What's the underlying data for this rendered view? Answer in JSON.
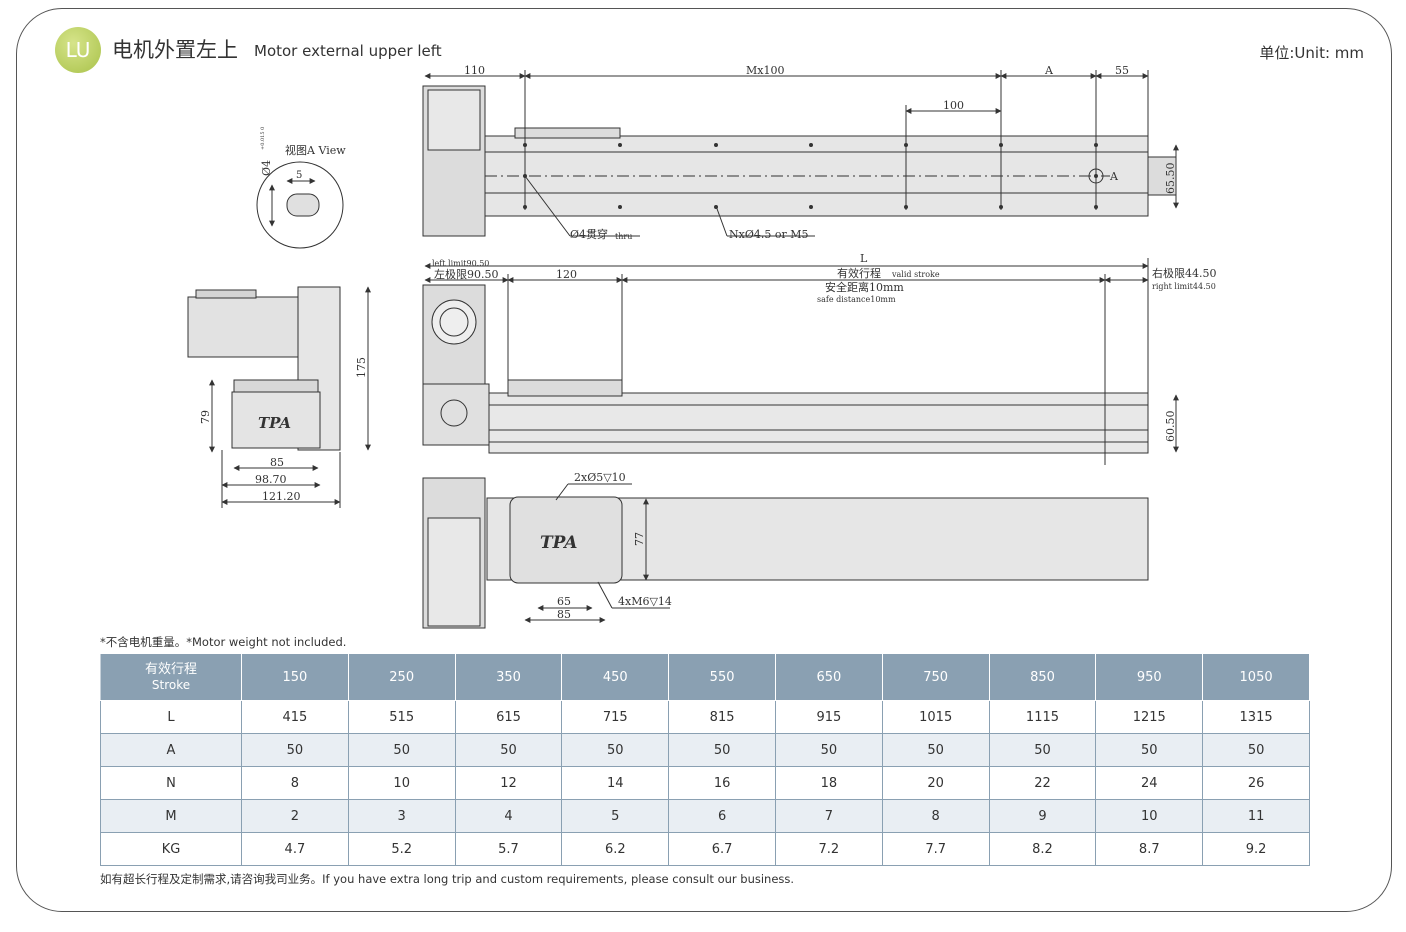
{
  "header": {
    "badge": "LU",
    "title_cn": "电机外置左上",
    "title_en": "Motor external  upper left",
    "unit": "单位:Unit: mm"
  },
  "drawing": {
    "dim_110": "110",
    "dim_mx100": "Mx100",
    "dim_a": "A",
    "dim_55": "55",
    "dim_100": "100",
    "dim_6550": "65.50",
    "label_a": "A",
    "hole_thru": "Ø4贯穿",
    "hole_thru_en": "thru",
    "hole_nx": "NxØ4.5 or M5",
    "view_label": "视图A View",
    "view_dia": "Ø4",
    "view_tol": "+0.015 0",
    "view_5": "5",
    "left_limit_en": "left limit90.50",
    "left_limit_cn": "左极限90.50",
    "dim_120": "120",
    "dim_L": "L",
    "valid_stroke_cn": "有效行程",
    "valid_stroke_en": "valid stroke",
    "safe_cn": "安全距离10mm",
    "safe_en": "safe distance10mm",
    "right_limit_cn": "右极限44.50",
    "right_limit_en": "right limit44.50",
    "dim_175": "175",
    "dim_79": "79",
    "dim_85a": "85",
    "dim_9870": "98.70",
    "dim_12120": "121.20",
    "dim_6050": "60.50",
    "brand": "TPA",
    "holes_top": "2xØ5▽10",
    "holes_bottom": "4xM6▽14",
    "dim_77": "77",
    "dim_65": "65",
    "dim_85b": "85"
  },
  "note": "*不含电机重量。*Motor weight not included.",
  "table": {
    "header_cn": "有效行程",
    "header_en": "Stroke",
    "strokes": [
      "150",
      "250",
      "350",
      "450",
      "550",
      "650",
      "750",
      "850",
      "950",
      "1050"
    ],
    "rows": [
      {
        "label": "L",
        "values": [
          "415",
          "515",
          "615",
          "715",
          "815",
          "915",
          "1015",
          "1115",
          "1215",
          "1315"
        ]
      },
      {
        "label": "A",
        "values": [
          "50",
          "50",
          "50",
          "50",
          "50",
          "50",
          "50",
          "50",
          "50",
          "50"
        ]
      },
      {
        "label": "N",
        "values": [
          "8",
          "10",
          "12",
          "14",
          "16",
          "18",
          "20",
          "22",
          "24",
          "26"
        ]
      },
      {
        "label": "M",
        "values": [
          "2",
          "3",
          "4",
          "5",
          "6",
          "7",
          "8",
          "9",
          "10",
          "11"
        ]
      },
      {
        "label": "KG",
        "values": [
          "4.7",
          "5.2",
          "5.7",
          "6.2",
          "6.7",
          "7.2",
          "7.7",
          "8.2",
          "8.7",
          "9.2"
        ]
      }
    ]
  },
  "footer": "如有超长行程及定制需求,请咨询我司业务。If you have extra long trip and custom requirements, please consult our business."
}
